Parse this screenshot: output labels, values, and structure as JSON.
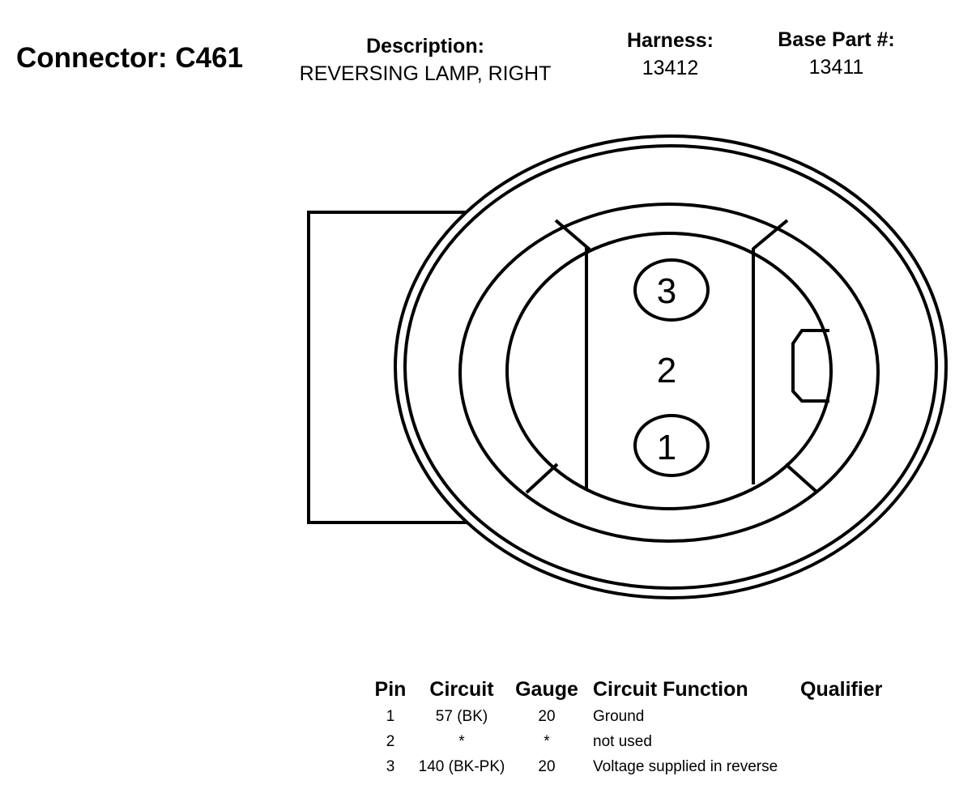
{
  "header": {
    "connector_title": "Connector: C461",
    "description_label": "Description:",
    "description_value": "REVERSING LAMP, RIGHT",
    "harness_label": "Harness:",
    "harness_value": "13412",
    "base_part_label": "Base Part #:",
    "base_part_value": "13411"
  },
  "diagram": {
    "pin_labels": [
      "3",
      "2",
      "1"
    ]
  },
  "table": {
    "columns": [
      "Pin",
      "Circuit",
      "Gauge",
      "Circuit Function",
      "Qualifier"
    ],
    "rows": [
      {
        "pin": "1",
        "circuit": "57 (BK)",
        "gauge": "20",
        "function": "Ground",
        "qualifier": ""
      },
      {
        "pin": "2",
        "circuit": "*",
        "gauge": "*",
        "function": "not used",
        "qualifier": ""
      },
      {
        "pin": "3",
        "circuit": "140 (BK-PK)",
        "gauge": "20",
        "function": "Voltage supplied in reverse",
        "qualifier": ""
      }
    ]
  }
}
